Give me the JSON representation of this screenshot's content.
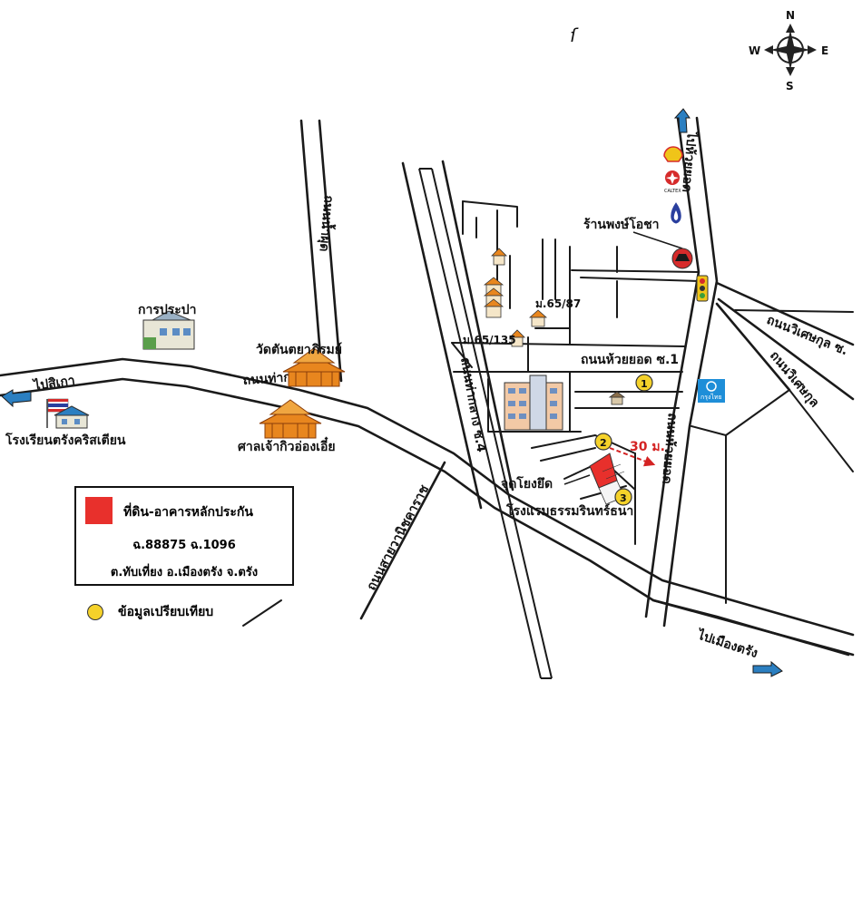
{
  "compass": {
    "north": "N",
    "south": "S",
    "east": "E",
    "west": "W"
  },
  "page_mark": "ſ",
  "roads": {
    "to_sikao": "ไปสิเกา",
    "tha_klang": "ถนนท่ากลาง",
    "tha_klang_soi4": "ถนนท่ากลาง ซ.4",
    "nam_phut": "ถนนน้ำผุด",
    "huai_yot": "ถนนห้วยยอด",
    "huai_yot_soi1": "ถนนห้วยยอด ซ.1",
    "to_huai_yot": "ไปห้วยยอด",
    "wisetkun": "ถนนวิเศษกุล",
    "wisetkun_soi": "ถนนวิเศษกุล ซ.",
    "sai_wanit": "ถนนสายวานิชคาราช",
    "to_mueang_trang": "ไปเมืองตรัง"
  },
  "landmarks": {
    "water_works": "การประปา",
    "school": "โรงเรียนตรังคริสเตียน",
    "temple": "วัดตันตยาภิรมย์",
    "shrine": "ศาลเจ้ากิวอ่องเอี๋ย",
    "moo_65_87": "ม.65/87",
    "moo_65_135": "ม.65/135",
    "shop": "ร้านพงษ์โอชา",
    "hotel": "โรงแรมธรรมรินทร์ธนา",
    "landmark_point": "จุดโยงยึด",
    "distance": "30 ม.",
    "caltex": "CALTEX",
    "bank": "กรุงไทย"
  },
  "comparables": [
    "1",
    "2",
    "3"
  ],
  "legend": {
    "collateral": "ที่ดิน-อาคารหลักประกัน",
    "deed": "ฉ.88875 ฉ.1096",
    "location": "ต.ทับเที่ยง อ.เมืองตรัง จ.ตรัง",
    "comparable": "ข้อมูลเปรียบเทียบ"
  },
  "colors": {
    "collateral": "#e8302c",
    "comparable": "#f5d22a",
    "road": "#1a1a1a",
    "temple": "#e8861e",
    "distance": "#d42323",
    "bank": "#1e8ed8",
    "shell": "#f0c419"
  }
}
